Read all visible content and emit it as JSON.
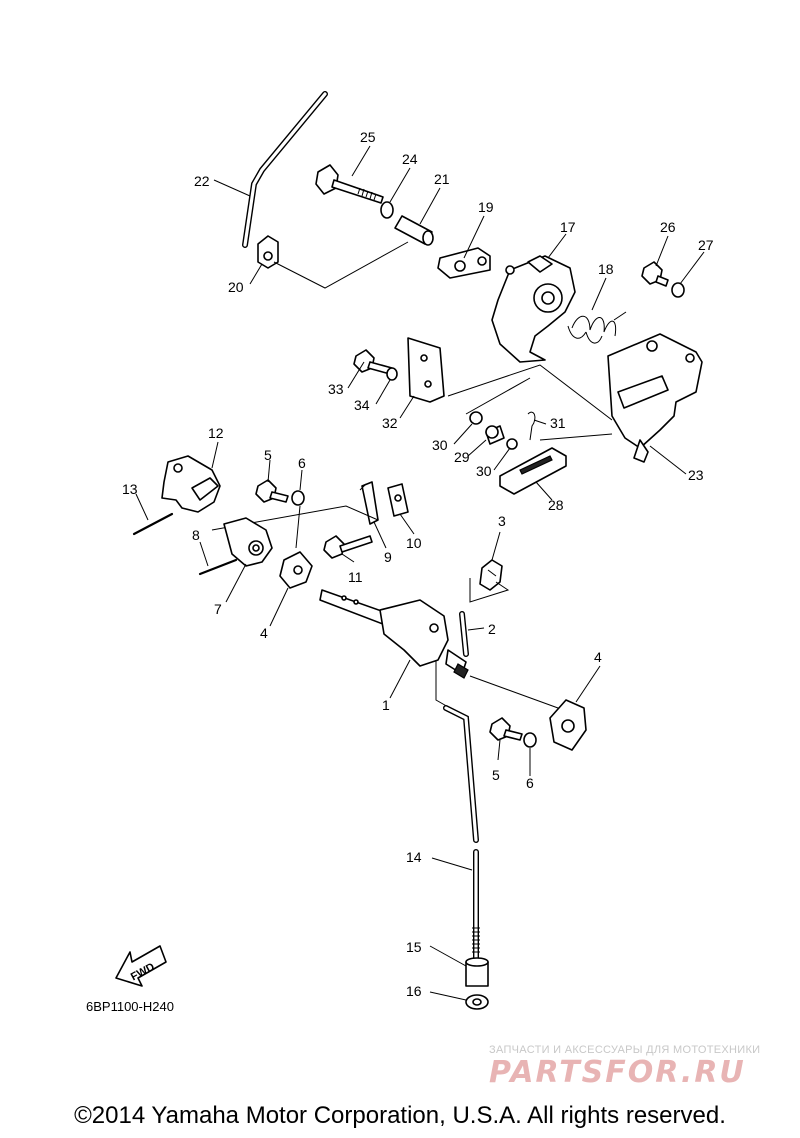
{
  "callouts": {
    "c1": "1",
    "c2": "2",
    "c3": "3",
    "c4a": "4",
    "c4b": "4",
    "c5a": "5",
    "c5b": "5",
    "c6a": "6",
    "c6b": "6",
    "c7": "7",
    "c8": "8",
    "c9": "9",
    "c10": "10",
    "c11": "11",
    "c12": "12",
    "c13": "13",
    "c14": "14",
    "c15": "15",
    "c16": "16",
    "c17": "17",
    "c18": "18",
    "c19": "19",
    "c20": "20",
    "c21": "21",
    "c22": "22",
    "c23": "23",
    "c24": "24",
    "c25": "25",
    "c26": "26",
    "c27": "27",
    "c28": "28",
    "c29": "29",
    "c30a": "30",
    "c30b": "30",
    "c31": "31",
    "c32": "32",
    "c33": "33",
    "c34": "34"
  },
  "fwd_label": "FWD",
  "diagram_code": "6BP1100-H240",
  "watermark": {
    "caption": "ЗАПЧАСТИ И АКСЕССУАРЫ ДЛЯ МОТОТЕХНИКИ",
    "logo": "PARTSFOR.RU",
    "colors": {
      "logo_red": "#e8b4b4",
      "caption_gray": "#c8c8c8"
    }
  },
  "copyright": "©2014 Yamaha Motor Corporation, U.S.A. All rights reserved."
}
